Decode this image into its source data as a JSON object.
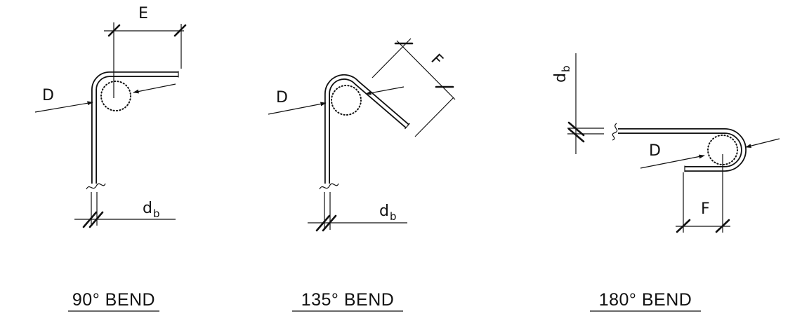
{
  "bends": [
    {
      "caption": "90° BEND",
      "diameter_label": "D",
      "length_label": "E",
      "bar_label_main": "d",
      "bar_label_sub": "b"
    },
    {
      "caption": "135° BEND",
      "diameter_label": "D",
      "length_label": "F",
      "bar_label_main": "d",
      "bar_label_sub": "b"
    },
    {
      "caption": "180° BEND",
      "diameter_label": "D",
      "length_label": "F",
      "bar_label_main": "d",
      "bar_label_sub": "b"
    }
  ]
}
